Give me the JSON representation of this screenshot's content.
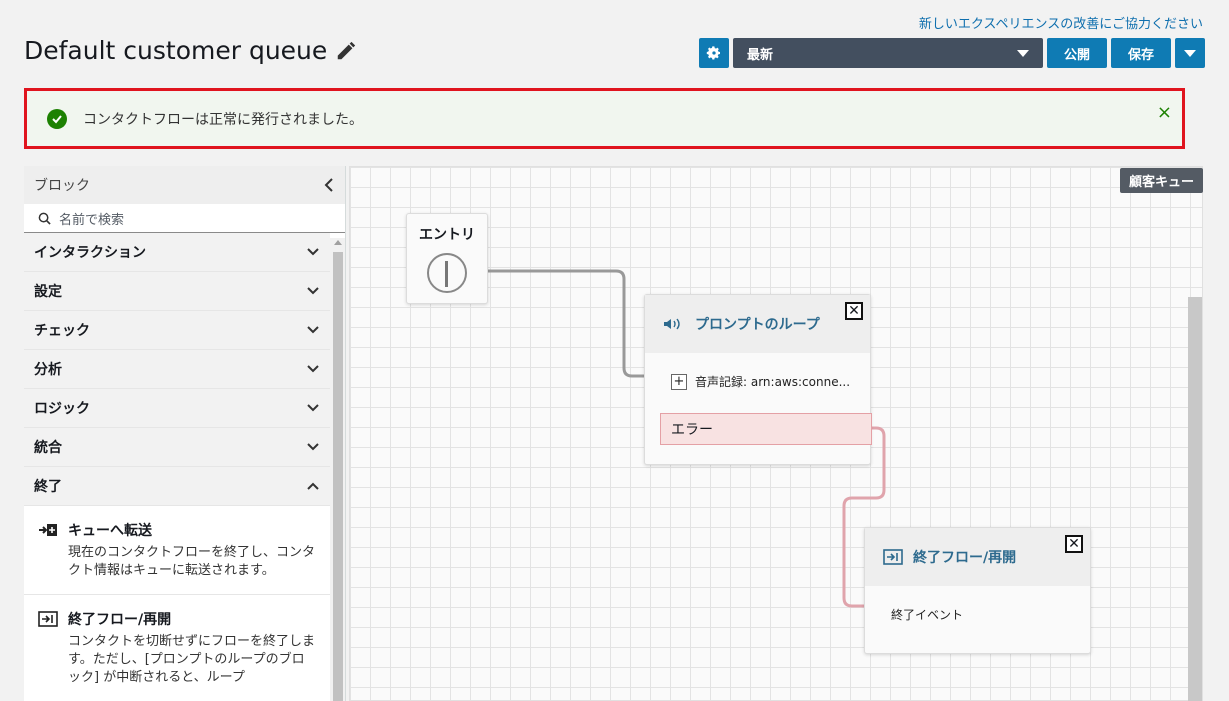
{
  "header": {
    "feedback_link": "新しいエクスペリエンスの改善にご協力ください",
    "title": "Default customer queue",
    "version_select": "最新",
    "publish_label": "公開",
    "save_label": "保存"
  },
  "alert": {
    "message": "コンタクトフローは正常に発行されました。",
    "close_glyph": "×"
  },
  "sidebar": {
    "header": "ブロック",
    "search_placeholder": "名前で検索",
    "categories": [
      {
        "label": "インタラクション",
        "expanded": false
      },
      {
        "label": "設定",
        "expanded": false
      },
      {
        "label": "チェック",
        "expanded": false
      },
      {
        "label": "分析",
        "expanded": false
      },
      {
        "label": "ロジック",
        "expanded": false
      },
      {
        "label": "統合",
        "expanded": false
      },
      {
        "label": "終了",
        "expanded": true
      }
    ],
    "items": [
      {
        "title": "キューへ転送",
        "description": "現在のコンタクトフローを終了し、コンタクト情報はキューに転送されます。"
      },
      {
        "title": "終了フロー/再開",
        "description": "コンタクトを切断せずにフローを終了します。ただし、[プロンプトのループのブロック] が中断されると、ループ"
      }
    ]
  },
  "canvas": {
    "tag": "顧客キュー",
    "entry_label": "エントリ",
    "prompt_node": {
      "title": "プロンプトのループ",
      "row": "音声記録: arn:aws:conne...",
      "error_label": "エラー"
    },
    "end_node": {
      "title": "終了フロー/再開",
      "event": "終了イベント"
    }
  },
  "colors": {
    "accent": "#0f7bb4",
    "select_bg": "#434f5f",
    "success": "#1d8102",
    "alert_outline": "#e0141e",
    "error_wire": "#e0a4ac"
  }
}
